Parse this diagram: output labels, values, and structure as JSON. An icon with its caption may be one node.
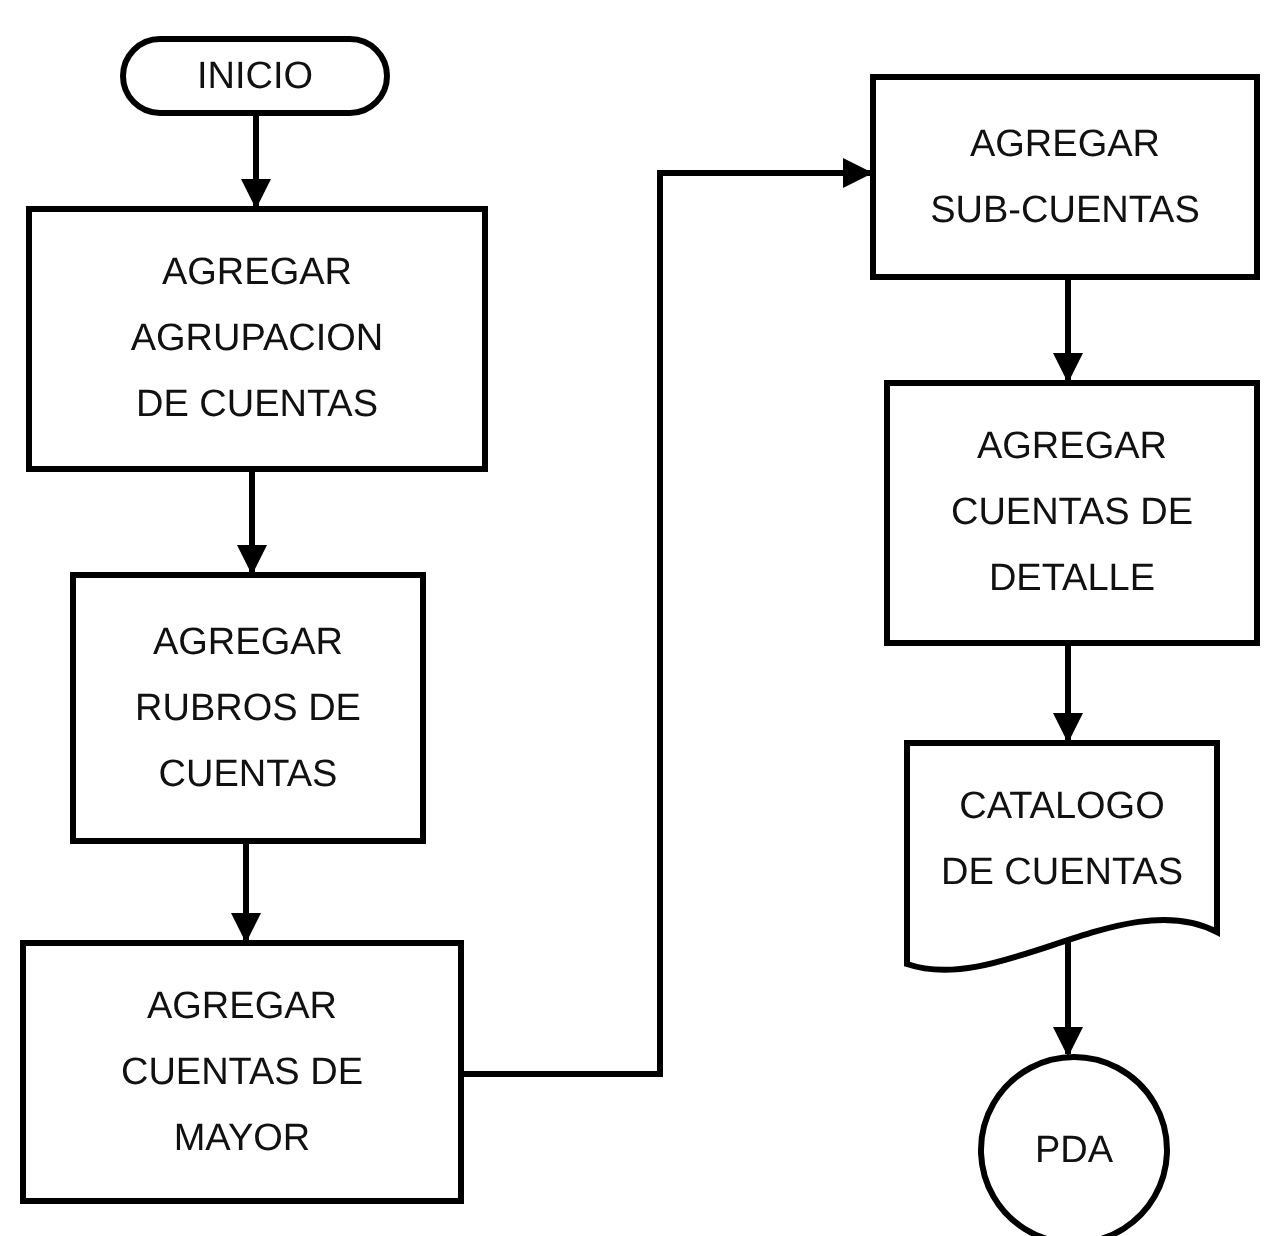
{
  "diagram": {
    "nodes": [
      {
        "text": [
          "INICIO"
        ]
      },
      {
        "text": [
          "AGREGAR AGRUPACION DE CUENTAS"
        ]
      },
      {
        "text": [
          "AGREGAR RUBROS DE CUENTAS"
        ]
      },
      {
        "text": [
          "AGREGAR CUENTAS DE MAYOR"
        ]
      },
      {
        "text": [
          "AGREGAR SUB-CUENTAS"
        ]
      },
      {
        "text": [
          "AGREGAR CUENTAS DE DETALLE"
        ]
      },
      {
        "text": [
          "CATALOGO DE CUENTAS"
        ]
      },
      {
        "text": [
          "PDA"
        ]
      }
    ],
    "edges": [
      {
        "from": 0,
        "to": 1,
        "arrow": "to"
      },
      {
        "from": 1,
        "to": 2,
        "arrow": "to"
      },
      {
        "from": 2,
        "to": 3,
        "arrow": "to"
      },
      {
        "from": 3,
        "to": 4,
        "arrow": "to"
      },
      {
        "from": 4,
        "to": 5,
        "arrow": "to"
      },
      {
        "from": 5,
        "to": 6,
        "arrow": "to"
      },
      {
        "from": 6,
        "to": 7,
        "arrow": "to"
      }
    ]
  }
}
